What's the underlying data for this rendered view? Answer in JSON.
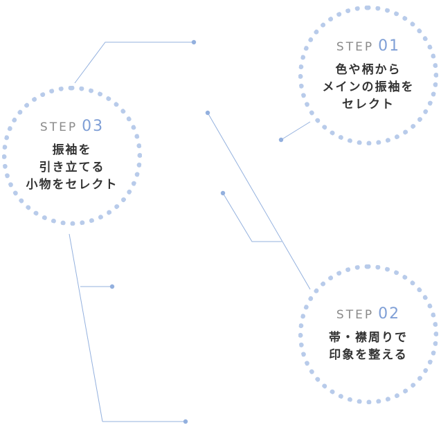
{
  "steps": [
    {
      "word": "STEP",
      "number": "01",
      "lines": [
        "色や柄から",
        "メインの振袖を",
        "セレクト"
      ]
    },
    {
      "word": "STEP",
      "number": "02",
      "lines": [
        "帯・襟周りで",
        "印象を整える"
      ]
    },
    {
      "word": "STEP",
      "number": "03",
      "lines": [
        "振袖を",
        "引き立てる",
        "小物をセレクト"
      ]
    }
  ],
  "colors": {
    "accent": "#7f9fd6",
    "dots": "#b8cbea",
    "line": "#93b0de",
    "label": "#8a8a8a",
    "text": "#333333"
  }
}
